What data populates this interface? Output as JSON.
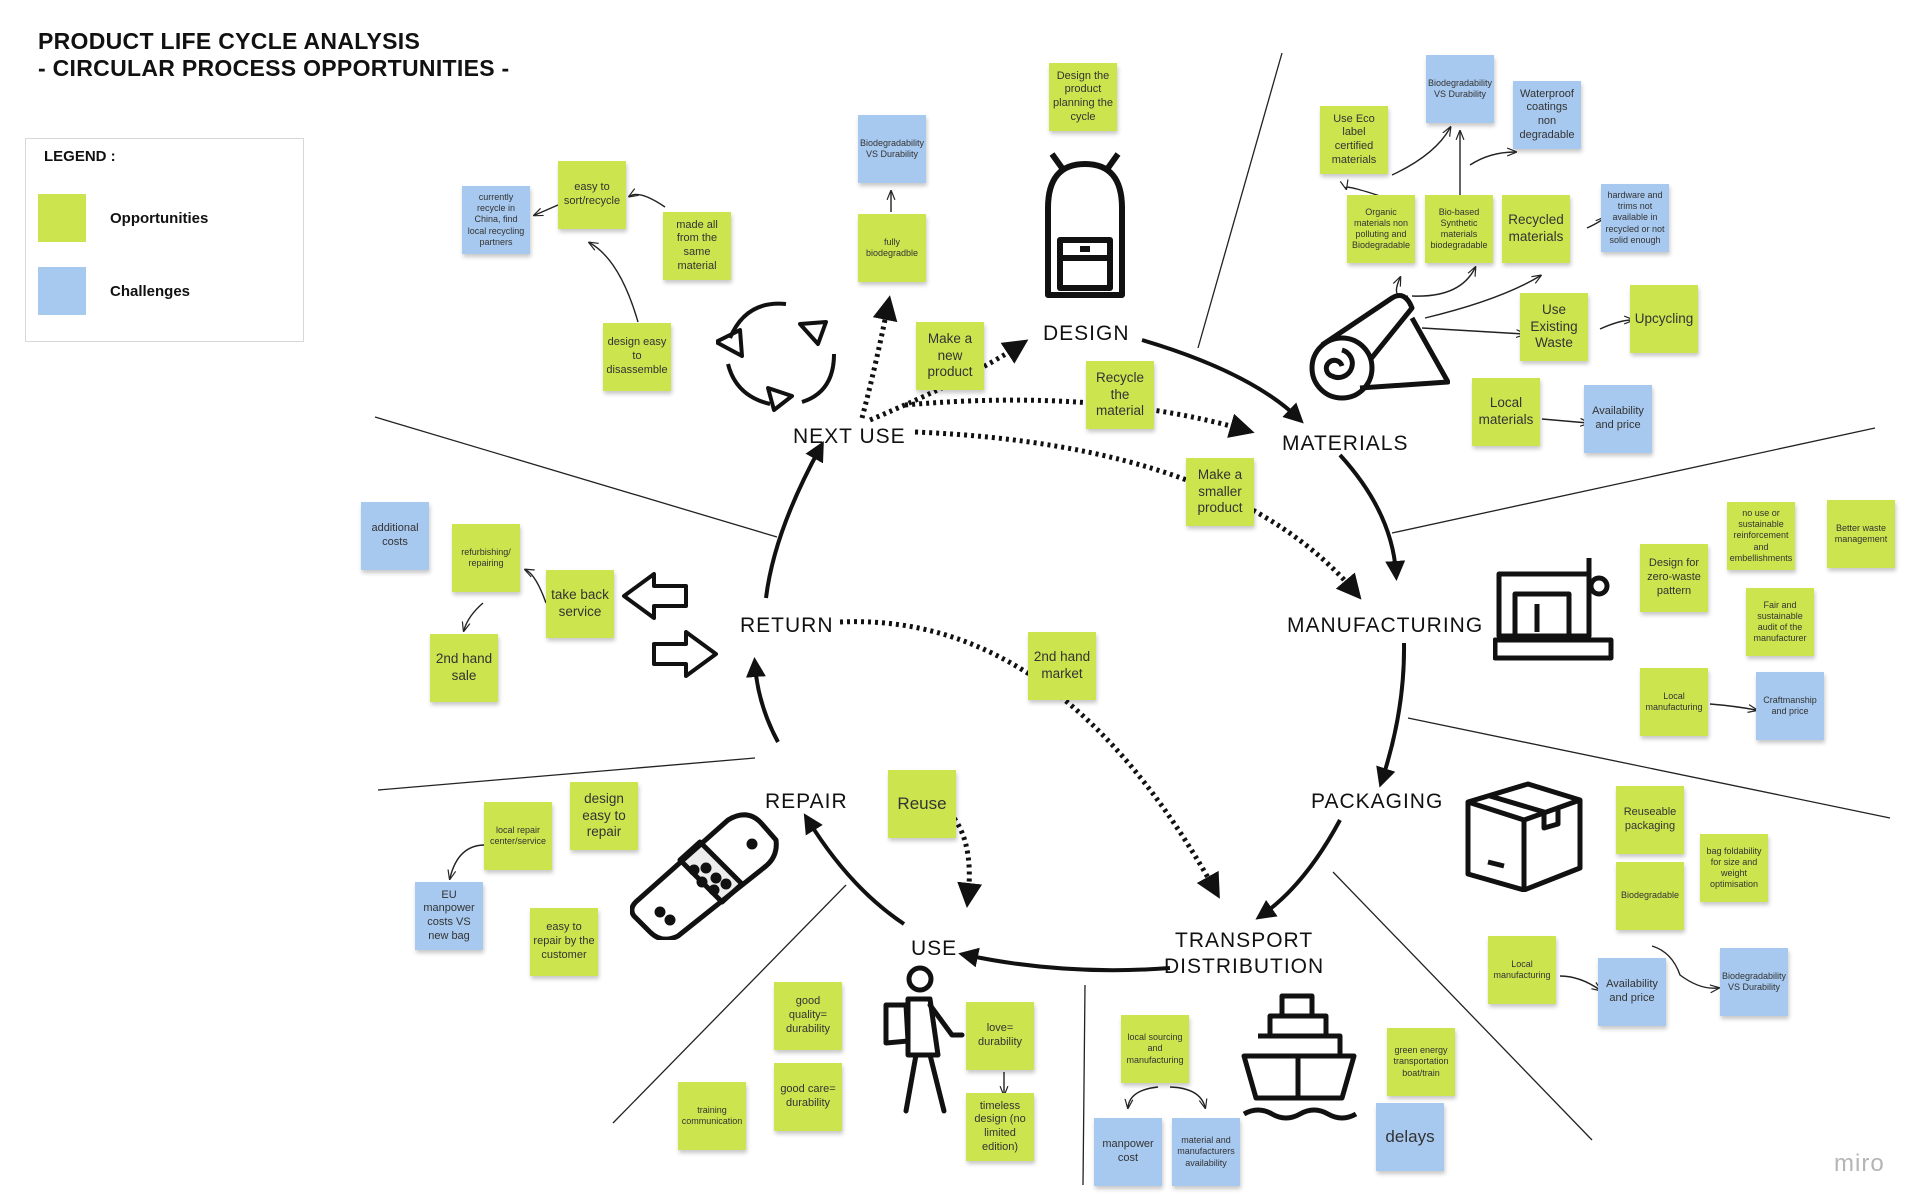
{
  "title": {
    "line1": "PRODUCT LIFE CYCLE ANALYSIS",
    "line2": "- CIRCULAR PROCESS OPPORTUNITIES -"
  },
  "legend": {
    "heading": "LEGEND :",
    "opportunities": "Opportunities",
    "challenges": "Challenges"
  },
  "colors": {
    "opportunity": "#cce54f",
    "challenge": "#a8c9ef"
  },
  "stages": {
    "design": "DESIGN",
    "materials": "MATERIALS",
    "manufacturing": "MANUFACTURING",
    "packaging": "PACKAGING",
    "transport": "TRANSPORT\nDISTRIBUTION",
    "use": "USE",
    "repair": "REPAIR",
    "return": "RETURN",
    "next_use": "NEXT USE"
  },
  "loop_notes": {
    "make_new_product": "Make a new product",
    "recycle_material": "Recycle the material",
    "make_smaller_product": "Make a smaller product",
    "second_hand_market": "2nd hand market",
    "reuse": "Reuse"
  },
  "notes": {
    "design_planning": "Design the product planning the cycle",
    "biodegradability_nextuse": "Biodegradability VS Durability",
    "fully_biodegradable": "fully biodegradble",
    "easy_sort_recycle": "easy to sort/recycle",
    "currently_recycle_china": "currently recycle in China, find local recycling partners",
    "made_all_same": "made all from the same material",
    "design_easy_disassemble": "design easy to disassemble",
    "use_eco_label": "Use Eco label certified materials",
    "biodegradability_materials": "Biodegradability VS Durability",
    "waterproof": "Waterproof coatings non degradable",
    "organic_materials": "Organic materials non polluting and Biodegradable",
    "bio_based": "Bio-based Synthetic materials biodegradable",
    "recycled_materials": "Recycled materials",
    "hardware_trims": "hardware and trims not available in recycled or not solid enough",
    "use_existing_waste": "Use Existing Waste",
    "upcycling": "Upcycling",
    "local_materials": "Local materials",
    "availability_price_materials": "Availability and price",
    "no_use_reinforcement": "no use or sustainable reinforcement and embellishments",
    "better_waste": "Better waste management",
    "zero_waste": "Design for zero-waste pattern",
    "fair_audit": "Fair and sustainable audit of the manufacturer",
    "local_manufacturing": "Local manufacturing",
    "craftmanship": "Craftmanship and price",
    "reuseable_packaging": "Reuseable packaging",
    "bag_foldability": "bag foldability for size and weight optimisation",
    "biodegradable_packaging": "Biodegradable",
    "biodegradability_packaging": "Biodegradability VS Durability",
    "local_manufacturing_pack": "Local manufacturing",
    "availability_price_pack": "Availability and price",
    "local_sourcing": "local sourcing and manufacturing",
    "green_energy": "green energy transportation boat/train",
    "delays": "delays",
    "manpower_cost": "manpower cost",
    "material_availability": "material and manufacturers availability",
    "good_quality": "good quality= durability",
    "good_care": "good care= durability",
    "training": "training communication",
    "love_durability": "love= durability",
    "timeless_design": "timeless design (no limited edition)",
    "design_easy_repair": "design easy to repair",
    "local_repair": "local repair center/service",
    "eu_manpower": "EU manpower costs VS new bag",
    "easy_repair_customer": "easy to repair by the customer",
    "additional_costs": "additional costs",
    "refurbishing": "refurbishing/ repairing",
    "take_back": "take back service",
    "second_hand_sale": "2nd hand sale"
  },
  "icons": [
    "backpack-icon",
    "fabric-roll-icon",
    "sewing-machine-icon",
    "box-icon",
    "ship-icon",
    "hiker-icon",
    "bandage-icon",
    "exchange-arrows-icon",
    "recycle-arrows-icon"
  ],
  "watermark": "miro"
}
